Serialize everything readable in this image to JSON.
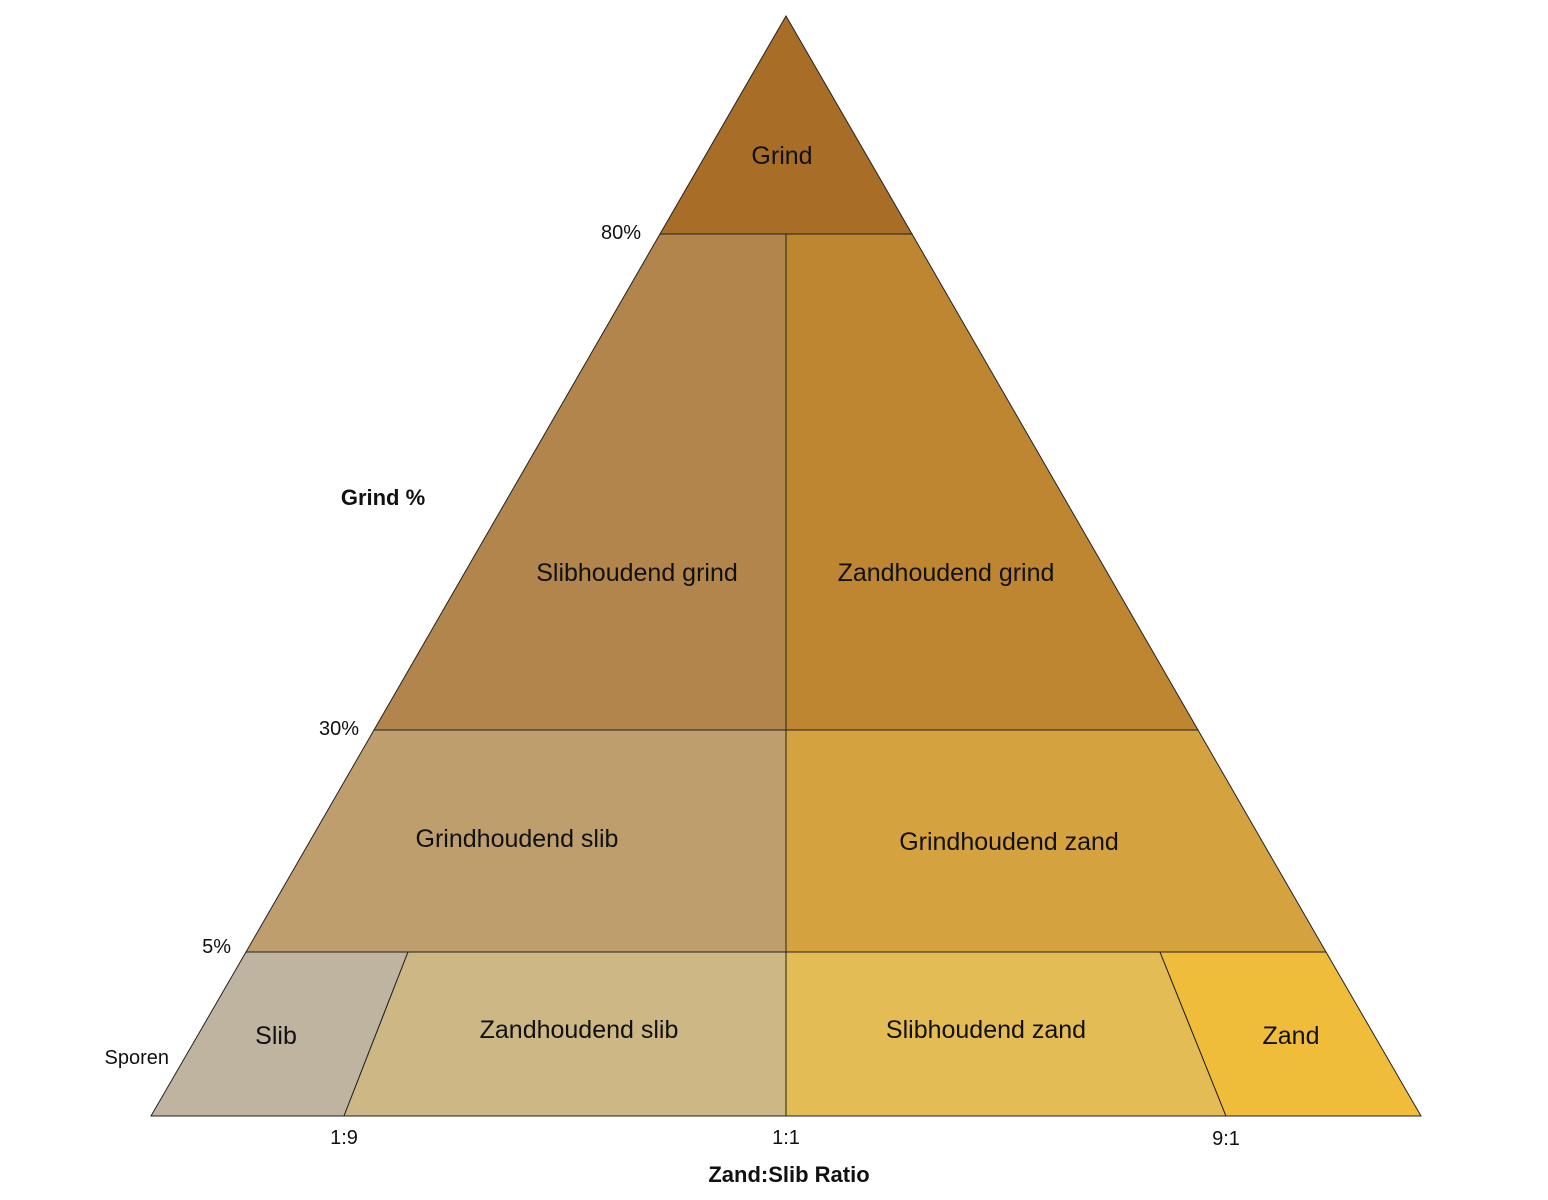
{
  "diagram": {
    "regions": {
      "grind": {
        "label": "Grind",
        "color": "#A86D27"
      },
      "slibhoudend_grind": {
        "label": "Slibhoudend grind",
        "color": "#B1854B"
      },
      "zandhoudend_grind": {
        "label": "Zandhoudend grind",
        "color": "#BF8631"
      },
      "grindhoudend_slib": {
        "label": "Grindhoudend slib",
        "color": "#BF9E6E"
      },
      "grindhoudend_zand": {
        "label": "Grindhoudend zand",
        "color": "#D4A23F"
      },
      "slib": {
        "label": "Slib",
        "color": "#BFB4A0"
      },
      "zandhoudend_slib": {
        "label": "Zandhoudend slib",
        "color": "#CCB785"
      },
      "slibhoudend_zand": {
        "label": "Slibhoudend zand",
        "color": "#E3BC55"
      },
      "zand": {
        "label": "Zand",
        "color": "#F0BD3B"
      }
    },
    "gravel_ticks": [
      "80%",
      "30%",
      "5%",
      "Sporen"
    ],
    "ratio_ticks": [
      "1:9",
      "1:1",
      "9:1"
    ],
    "gravel_axis_title": "Grind %",
    "ratio_axis_title": "Zand:Slib Ratio"
  }
}
